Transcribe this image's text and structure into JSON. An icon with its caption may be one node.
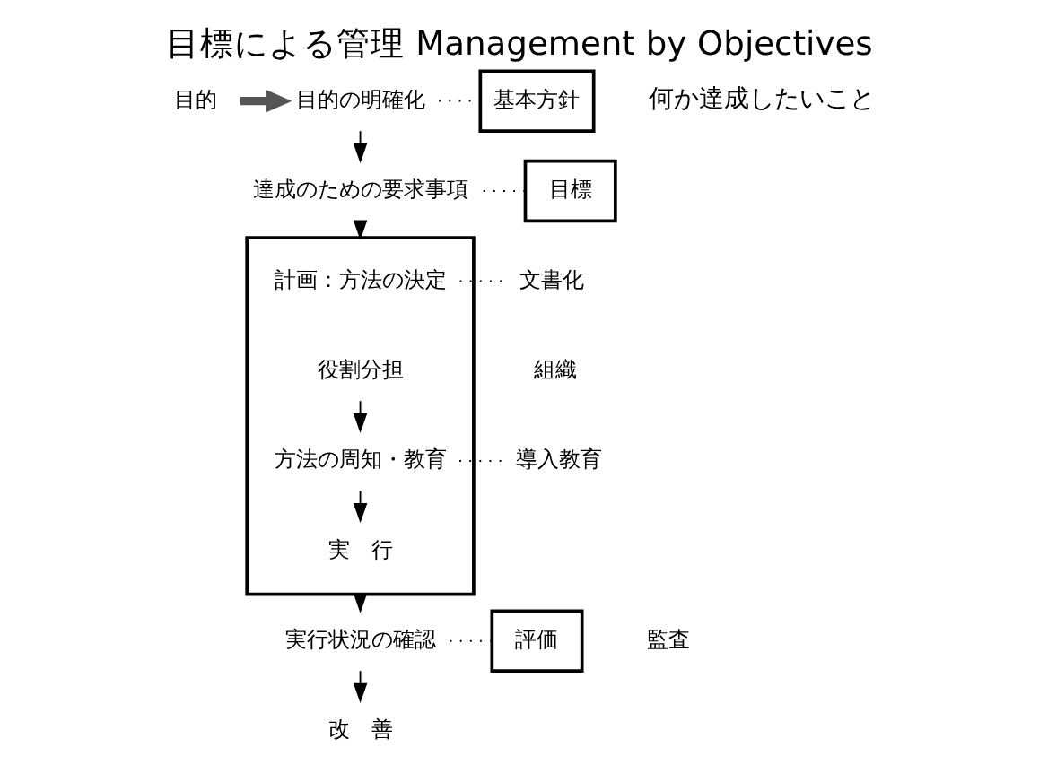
{
  "diagram": {
    "title": "目標による管理 Management by Objectives",
    "nodes": [
      {
        "text": [
          "目的"
        ]
      },
      {
        "text": [
          "目的の明確化"
        ]
      },
      {
        "text": [
          "達成のための要求事項"
        ]
      },
      {
        "text": [],
        "shape": "box"
      },
      {
        "text": [
          "計画：方法の決定"
        ],
        "in": 3
      },
      {
        "text": [
          "役割分担"
        ],
        "in": 3
      },
      {
        "text": [
          "方法の周知・教育"
        ],
        "in": 3
      },
      {
        "text": [
          "実　行"
        ],
        "in": 3
      },
      {
        "text": [
          "実行状況の確認"
        ]
      },
      {
        "text": [
          "改　善"
        ]
      },
      {
        "text": [
          "基本方針"
        ]
      },
      {
        "text": [
          "目標"
        ]
      },
      {
        "text": [
          "文書化"
        ]
      },
      {
        "text": [
          "組織"
        ]
      },
      {
        "text": [
          "導入教育"
        ]
      },
      {
        "text": [
          "評価"
        ]
      },
      {
        "text": [
          "監査"
        ]
      }
    ],
    "edges": [
      {
        "from": 0,
        "to": 1,
        "arrow": "to",
        "style": "thick",
        "color": "#555555"
      },
      {
        "from": 1,
        "to": 2,
        "arrow": "to"
      },
      {
        "from": 2,
        "to": 3,
        "arrow": "to"
      },
      {
        "from": 5,
        "to": 6,
        "arrow": "to"
      },
      {
        "from": 6,
        "to": 7,
        "arrow": "to"
      },
      {
        "from": 3,
        "to": 8,
        "arrow": "to"
      },
      {
        "from": 8,
        "to": 9,
        "arrow": "to"
      },
      {
        "from": 1,
        "to": 10,
        "arrow": "none",
        "style": "dashed"
      },
      {
        "from": 2,
        "to": 11,
        "arrow": "none",
        "style": "dashed"
      },
      {
        "from": 4,
        "to": 12,
        "arrow": "none",
        "style": "dashed"
      },
      {
        "from": 6,
        "to": 14,
        "arrow": "none",
        "style": "dashed"
      },
      {
        "from": 8,
        "to": 15,
        "arrow": "none",
        "style": "dashed"
      }
    ],
    "labels": [
      "何か達成したいこと"
    ]
  }
}
